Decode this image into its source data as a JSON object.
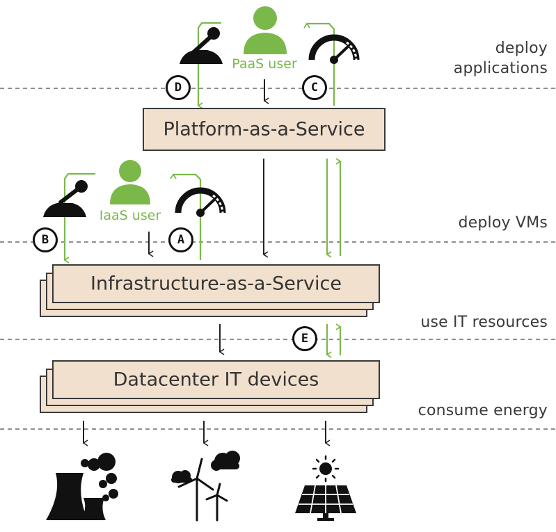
{
  "levels": {
    "deploy_applications_1": "deploy",
    "deploy_applications_2": "applications",
    "deploy_vms": "deploy VMs",
    "use_it_resources": "use IT resources",
    "consume_energy": "consume energy"
  },
  "boxes": {
    "paas": "Platform-as-a-Service",
    "iaas": "Infrastructure-as-a-Service",
    "datacenter": "Datacenter IT devices"
  },
  "users": {
    "paas": "PaaS user",
    "iaas": "IaaS user"
  },
  "markers": {
    "a": "A",
    "b": "B",
    "c": "C",
    "d": "D",
    "e": "E"
  },
  "icons": {
    "user": "user-icon",
    "lever": "lever-icon",
    "gauge": "gauge-icon",
    "power_plant": "power-plant-icon",
    "wind": "wind-turbine-icon",
    "solar": "solar-panel-icon"
  },
  "colors": {
    "accent_green": "#7bb84a",
    "box_fill": "#f1e0cd",
    "dark": "#222222"
  }
}
